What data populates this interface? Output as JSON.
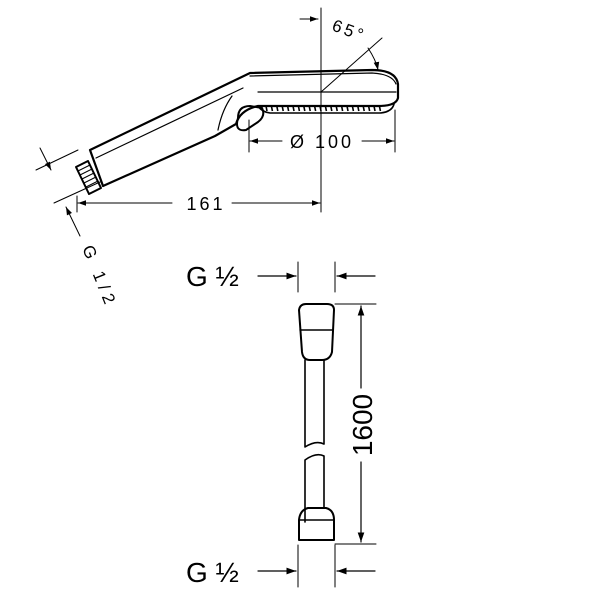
{
  "shower_head": {
    "angle_label": "65°",
    "diameter_label": "Ø 100",
    "length_label": "161",
    "thread_label": "G 1/2"
  },
  "hose": {
    "top_thread_label": "G ½",
    "bottom_thread_label": "G ½",
    "length_label": "1600"
  }
}
